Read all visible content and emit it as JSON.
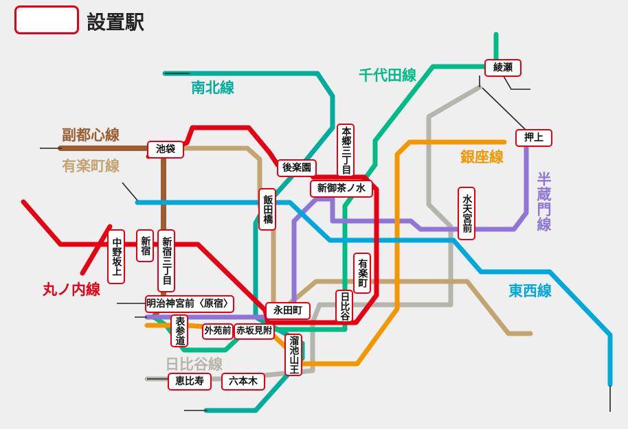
{
  "legend": {
    "label": "設置駅"
  },
  "lines": {
    "namboku": {
      "label": "南北線",
      "color": "#00ac9b"
    },
    "chiyoda": {
      "label": "千代田線",
      "color": "#00bb85"
    },
    "fukutoshin": {
      "label": "副都心線",
      "color": "#9c5e31"
    },
    "yurakucho": {
      "label": "有楽町線",
      "color": "#c1a470"
    },
    "ginza": {
      "label": "銀座線",
      "color": "#f39700"
    },
    "hanzomon": {
      "label": "半蔵門線",
      "color": "#8f76d6"
    },
    "marunouchi": {
      "label": "丸ノ内線",
      "color": "#e60012"
    },
    "tozai": {
      "label": "東西線",
      "color": "#00a7db"
    },
    "hibiya": {
      "label": "日比谷線",
      "color": "#b5b5ac"
    }
  },
  "stations": {
    "ayase": "綾瀬",
    "oshiage": "押上",
    "ikebukuro": "池袋",
    "korakuen": "後楽園",
    "hongo_sanchome": "本郷三丁目",
    "shin_ochanomizu": "新御茶ノ水",
    "iidabashi": "飯田橋",
    "suitengumae": "水天宮前",
    "nakano_sakaue": "中野坂上",
    "shinjuku": "新宿",
    "shinjuku_sanchome": "新宿三丁目",
    "yurakucho": "有楽町",
    "meiji_jingumae": "明治神宮前〈原宿〉",
    "nagatacho": "永田町",
    "hibiya": "日比谷",
    "omotesando": "表参道",
    "gaienmae": "外苑前",
    "akasaka_mitsuke": "赤坂見附",
    "tameike_sanno": "溜池山王",
    "ebisu": "恵比寿",
    "roppongi": "六本木"
  }
}
